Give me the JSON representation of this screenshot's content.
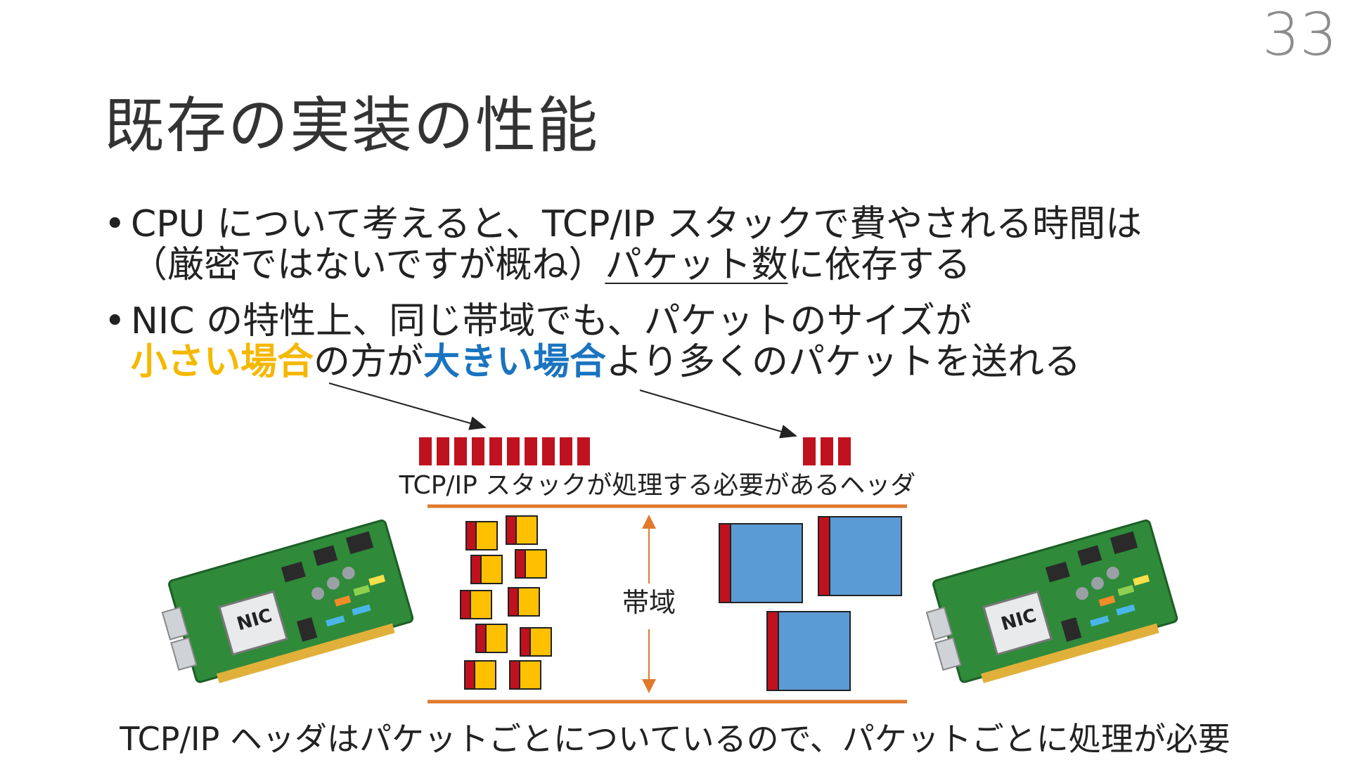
{
  "page_number": "33",
  "title": "既存の実装の性能",
  "bullets": [
    {
      "marker": "•",
      "line1": "CPU について考えると、TCP/IP スタックで費やされる時間は",
      "line2_pre": "（厳密ではないですが概ね）",
      "line2_underlined": "パケット数",
      "line2_post": "に依存する"
    },
    {
      "marker": "•",
      "line1": "NIC の特性上、同じ帯域でも、パケットのサイズが",
      "small_case": "小さい場合",
      "mid": "の方が",
      "large_case": "大きい場合",
      "tail": "より多くのパケットを送れる"
    }
  ],
  "diagram": {
    "header_label": "TCP/IP スタックが処理する必要があるヘッダ",
    "bandwidth_label": "帯域",
    "nic_label": "NIC",
    "small_header_count": 10,
    "large_header_count": 3,
    "colors": {
      "header_red": "#c0111f",
      "packet_yellow": "#ffc000",
      "packet_blue": "#5b9bd5",
      "band_line": "#e07a2e",
      "board_green": "#2f8a3a",
      "highlight_yellow": "#f5b800",
      "highlight_blue": "#1a74bf"
    }
  },
  "footer": "TCP/IP ヘッダはパケットごとについているので、パケットごとに処理が必要"
}
